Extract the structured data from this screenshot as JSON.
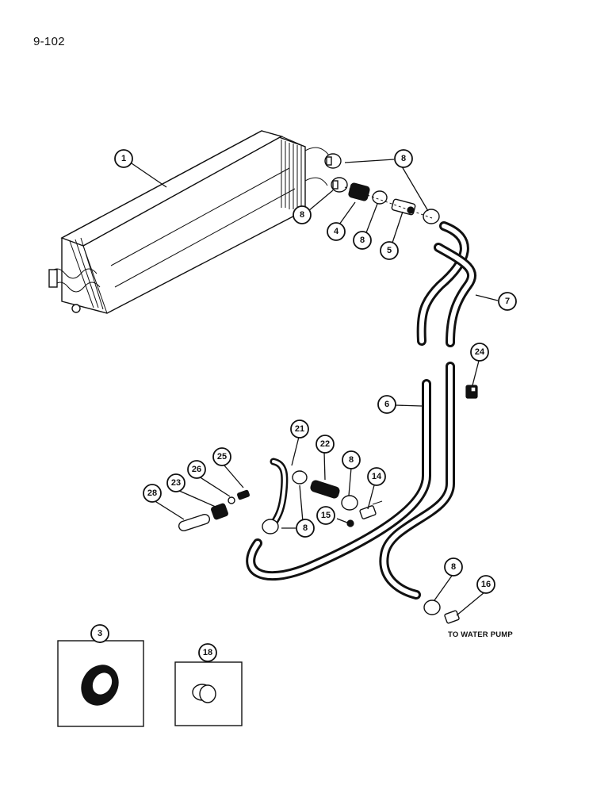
{
  "page_number": "9-102",
  "water_pump_note": "TO WATER PUMP",
  "callouts": [
    {
      "id": "c1",
      "label": "1"
    },
    {
      "id": "c8a",
      "label": "8"
    },
    {
      "id": "c8b",
      "label": "8"
    },
    {
      "id": "c4",
      "label": "4"
    },
    {
      "id": "c8c",
      "label": "8"
    },
    {
      "id": "c5",
      "label": "5"
    },
    {
      "id": "c7",
      "label": "7"
    },
    {
      "id": "c24",
      "label": "24"
    },
    {
      "id": "c6",
      "label": "6"
    },
    {
      "id": "c21",
      "label": "21"
    },
    {
      "id": "c22",
      "label": "22"
    },
    {
      "id": "c8d",
      "label": "8"
    },
    {
      "id": "c14",
      "label": "14"
    },
    {
      "id": "c25",
      "label": "25"
    },
    {
      "id": "c26",
      "label": "26"
    },
    {
      "id": "c23",
      "label": "23"
    },
    {
      "id": "c28",
      "label": "28"
    },
    {
      "id": "c15",
      "label": "15"
    },
    {
      "id": "c8e",
      "label": "8"
    },
    {
      "id": "c8f",
      "label": "8"
    },
    {
      "id": "c16",
      "label": "16"
    },
    {
      "id": "c3",
      "label": "3"
    },
    {
      "id": "c18",
      "label": "18"
    }
  ]
}
